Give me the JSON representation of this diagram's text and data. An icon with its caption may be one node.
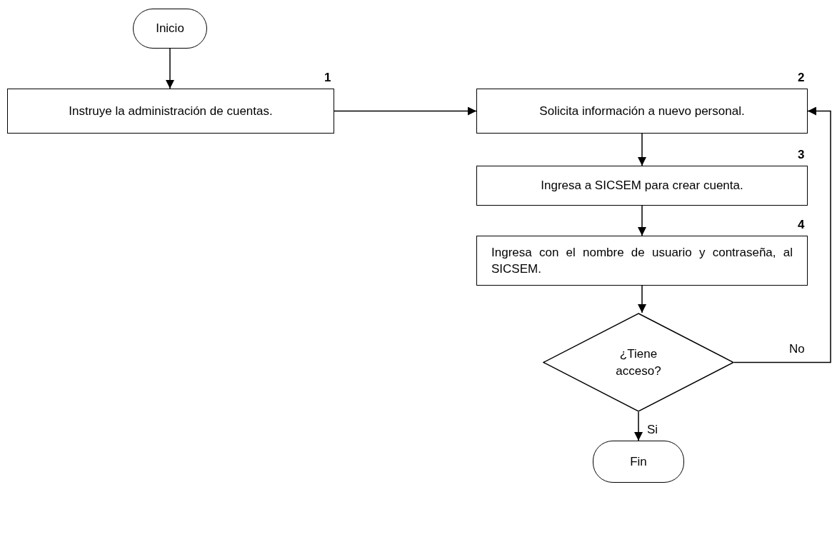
{
  "diagram": {
    "nodes": [
      {
        "text": [
          "Inicio"
        ]
      },
      {
        "text": [
          "Instruye la administración de cuentas."
        ],
        "beside": [
          "1"
        ]
      },
      {
        "text": [
          "Solicita información a nuevo personal."
        ],
        "beside": [
          "2"
        ]
      },
      {
        "text": [
          "Ingresa a SICSEM para crear cuenta."
        ],
        "beside": [
          "3"
        ]
      },
      {
        "text": [
          "Ingresa con el nombre de usuario y contraseña, al SICSEM."
        ],
        "beside": [
          "4"
        ]
      },
      {
        "text": [
          "¿Tiene acceso?"
        ]
      },
      {
        "text": [
          "Fin"
        ]
      }
    ],
    "edges": [
      {
        "from": 0,
        "to": 1,
        "arrow": "to"
      },
      {
        "from": 1,
        "to": 2,
        "arrow": "to"
      },
      {
        "from": 2,
        "to": 3,
        "arrow": "to"
      },
      {
        "from": 3,
        "to": 4,
        "arrow": "to"
      },
      {
        "from": 4,
        "to": 5,
        "arrow": "to"
      },
      {
        "from": 5,
        "to": 6,
        "arrow": "to",
        "label": "Si"
      },
      {
        "from": 5,
        "to": 2,
        "arrow": "to",
        "label": "No"
      }
    ]
  }
}
